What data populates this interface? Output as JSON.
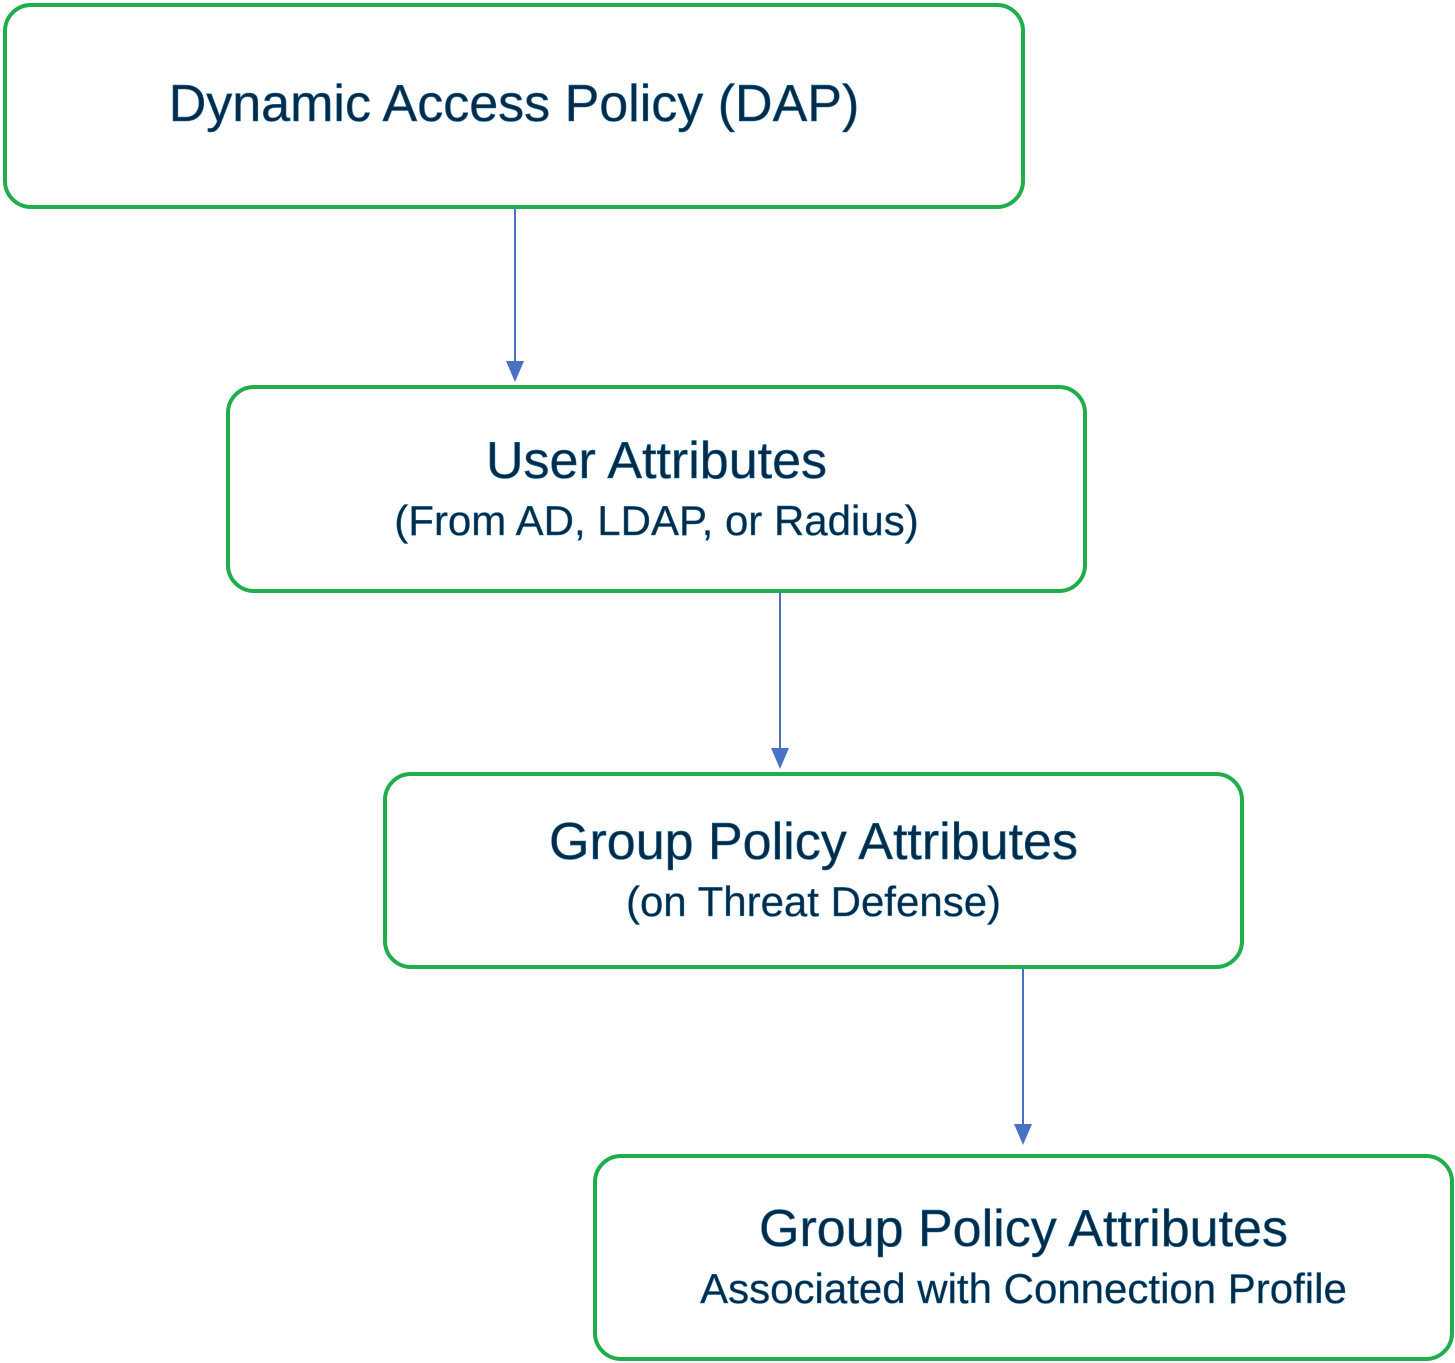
{
  "colors": {
    "box_border": "#1fae4b",
    "arrow": "#4a72c4",
    "text": "#052b47"
  },
  "nodes": {
    "dap": {
      "title": "Dynamic Access Policy (DAP)"
    },
    "user": {
      "title": "User Attributes",
      "subtitle": "(From AD, LDAP, or Radius)"
    },
    "group_policy": {
      "title": "Group Policy Attributes",
      "subtitle": "(on Threat Defense)"
    },
    "connection_profile": {
      "title": "Group Policy Attributes",
      "subtitle": "Associated with Connection Profile"
    }
  },
  "edges": [
    {
      "from": "dap",
      "to": "user"
    },
    {
      "from": "user",
      "to": "group_policy"
    },
    {
      "from": "group_policy",
      "to": "connection_profile"
    }
  ]
}
